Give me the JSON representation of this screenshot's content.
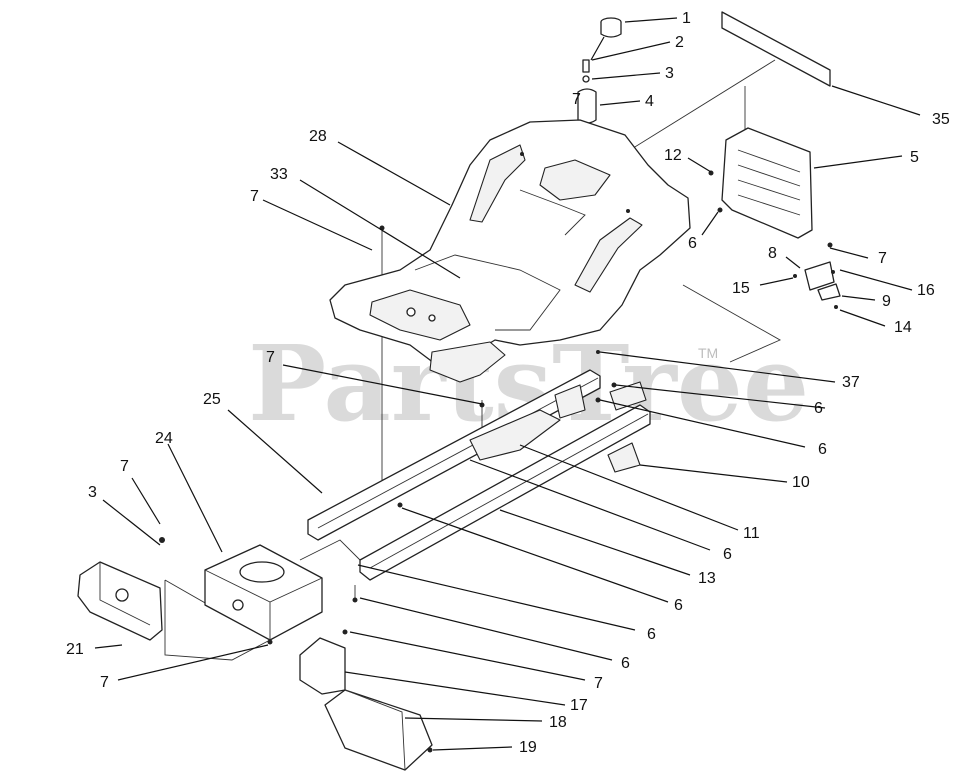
{
  "watermark": {
    "text": "PartsTree",
    "tm": "TM"
  },
  "callouts": [
    {
      "id": "c1",
      "label": "1"
    },
    {
      "id": "c2",
      "label": "2"
    },
    {
      "id": "c3",
      "label": "3"
    },
    {
      "id": "c4",
      "label": "4"
    },
    {
      "id": "c35",
      "label": "35"
    },
    {
      "id": "c28",
      "label": "28"
    },
    {
      "id": "c5",
      "label": "5"
    },
    {
      "id": "c12",
      "label": "12"
    },
    {
      "id": "c33",
      "label": "33"
    },
    {
      "id": "c7a",
      "label": "7"
    },
    {
      "id": "c6a",
      "label": "6"
    },
    {
      "id": "c7b",
      "label": "7"
    },
    {
      "id": "c8",
      "label": "8"
    },
    {
      "id": "c15",
      "label": "15"
    },
    {
      "id": "c16",
      "label": "16"
    },
    {
      "id": "c9",
      "label": "9"
    },
    {
      "id": "c14",
      "label": "14"
    },
    {
      "id": "c7c",
      "label": "7"
    },
    {
      "id": "c37",
      "label": "37"
    },
    {
      "id": "c25",
      "label": "25"
    },
    {
      "id": "c6b",
      "label": "6"
    },
    {
      "id": "c6c",
      "label": "6"
    },
    {
      "id": "c24",
      "label": "24"
    },
    {
      "id": "c10",
      "label": "10"
    },
    {
      "id": "c7d",
      "label": "7"
    },
    {
      "id": "c3b",
      "label": "3"
    },
    {
      "id": "c11",
      "label": "11"
    },
    {
      "id": "c6d",
      "label": "6"
    },
    {
      "id": "c13",
      "label": "13"
    },
    {
      "id": "c6e",
      "label": "6"
    },
    {
      "id": "c6f",
      "label": "6"
    },
    {
      "id": "c21",
      "label": "21"
    },
    {
      "id": "c6g",
      "label": "6"
    },
    {
      "id": "c7e",
      "label": "7"
    },
    {
      "id": "c7f",
      "label": "7"
    },
    {
      "id": "c17",
      "label": "17"
    },
    {
      "id": "c18",
      "label": "18"
    },
    {
      "id": "c19",
      "label": "19"
    },
    {
      "id": "c7g",
      "label": "7"
    }
  ]
}
